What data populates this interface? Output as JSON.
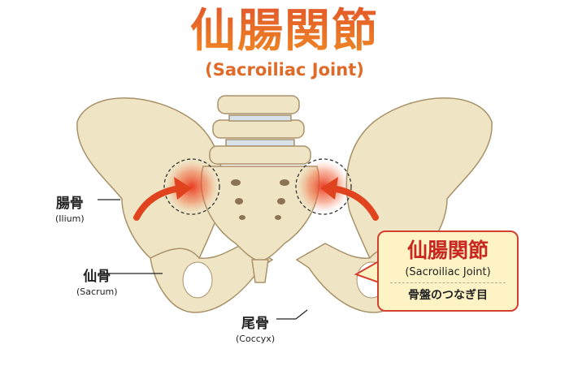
{
  "title": "仙腸関節",
  "subtitle": "(Sacroiliac Joint)",
  "labels": {
    "ilium": {
      "jp": "腸骨",
      "en": "(Ilium)"
    },
    "sacrum": {
      "jp": "仙骨",
      "en": "(Sacrum)"
    },
    "coccyx": {
      "jp": "尾骨",
      "en": "(Coccyx)"
    }
  },
  "callout": {
    "title": "仙腸関節",
    "subtitle": "(Sacroiliac Joint)",
    "description": "骨盤のつなぎ目"
  },
  "colors": {
    "accent": "#e2582a",
    "callout_border": "#d2402f",
    "callout_bg": "#fdf3c4",
    "bone": "#efe4c4"
  }
}
